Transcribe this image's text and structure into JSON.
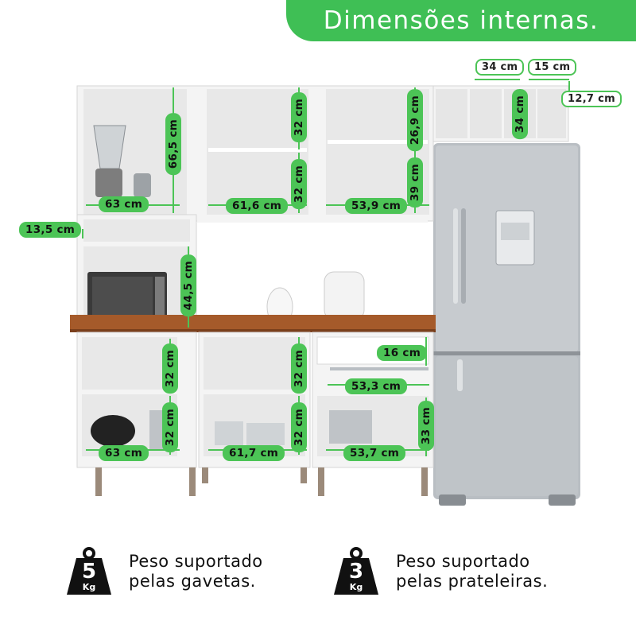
{
  "banner": {
    "title": "Dimensões internas."
  },
  "dimensions": {
    "top_depth": "34 cm",
    "top_width": "15 cm",
    "top_height": "12,7 cm",
    "niche_height": "34 cm",
    "left_upper_height": "66,5 cm",
    "left_upper_width": "63 cm",
    "mid_upper_shelf": "32 cm",
    "mid_upper_lower": "32 cm",
    "mid_upper_width": "61,6 cm",
    "right_upper_top": "26,9 cm",
    "right_upper_lower": "39 cm",
    "right_upper_width": "53,9 cm",
    "left_drawer_niche": "13,5 cm",
    "microwave_height": "44,5 cm",
    "left_lower_top": "32 cm",
    "left_lower_bottom": "32 cm",
    "left_lower_width": "63 cm",
    "mid_lower_top": "32 cm",
    "mid_lower_bottom": "32 cm",
    "mid_lower_width": "61,7 cm",
    "drawer_height": "16 cm",
    "drawer_width": "53,3 cm",
    "right_lower_height": "33 cm",
    "right_lower_width": "53,7 cm"
  },
  "footer": {
    "drawers": {
      "weight": "5",
      "unit": "Kg",
      "line1": "Peso suportado",
      "line2": "pelas gavetas."
    },
    "shelves": {
      "weight": "3",
      "unit": "Kg",
      "line1": "Peso suportado",
      "line2": "pelas prateleiras."
    }
  },
  "colors": {
    "accent": "#4cc456",
    "banner": "#3fbf55",
    "countertop": "#a55a2a",
    "cabinet": "#ffffff",
    "fridge": "#b9bec3"
  }
}
